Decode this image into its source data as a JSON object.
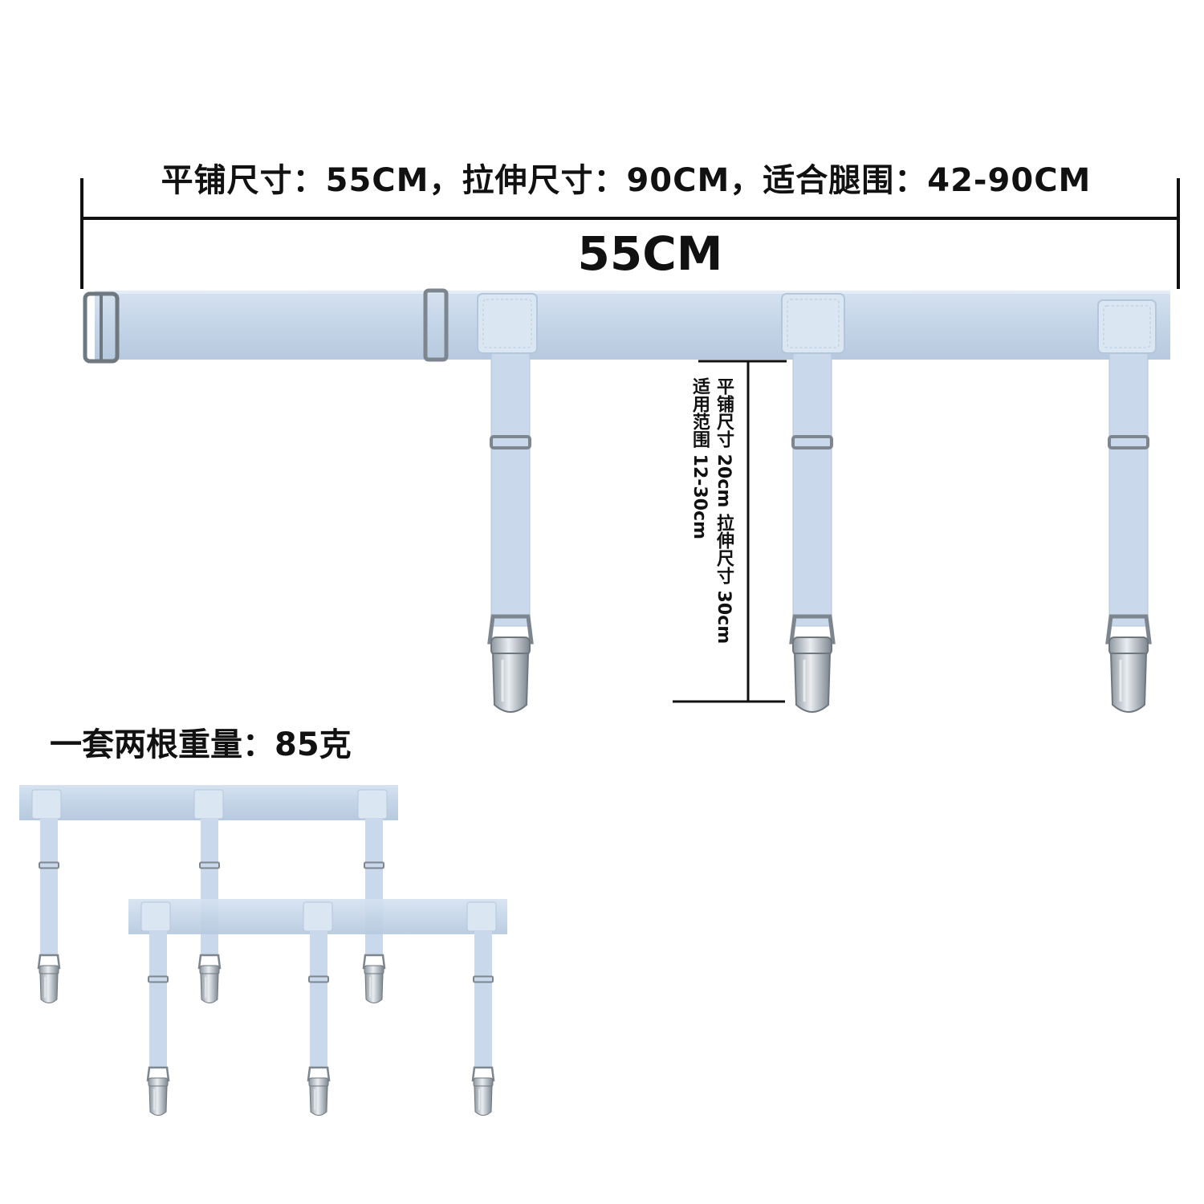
{
  "header": {
    "spec_line": "平铺尺寸：55CM，拉伸尺寸：90CM，适合腿围：42-90CM",
    "width_label": "55CM"
  },
  "strap_dims": {
    "flat_stretch": "平铺尺寸 20cm   拉伸尺寸 30cm",
    "range": "适用范围 12-30cm"
  },
  "weight_label": "一套两根重量：85克",
  "colors": {
    "strap": "#c9d8ea",
    "strap_shade": "#b4c6dc",
    "tab": "#dbe6f3",
    "metal": "#9aa3ad",
    "line": "#111111"
  },
  "icons": [
    "buckle-icon",
    "slider-icon",
    "garter-clip-icon"
  ]
}
